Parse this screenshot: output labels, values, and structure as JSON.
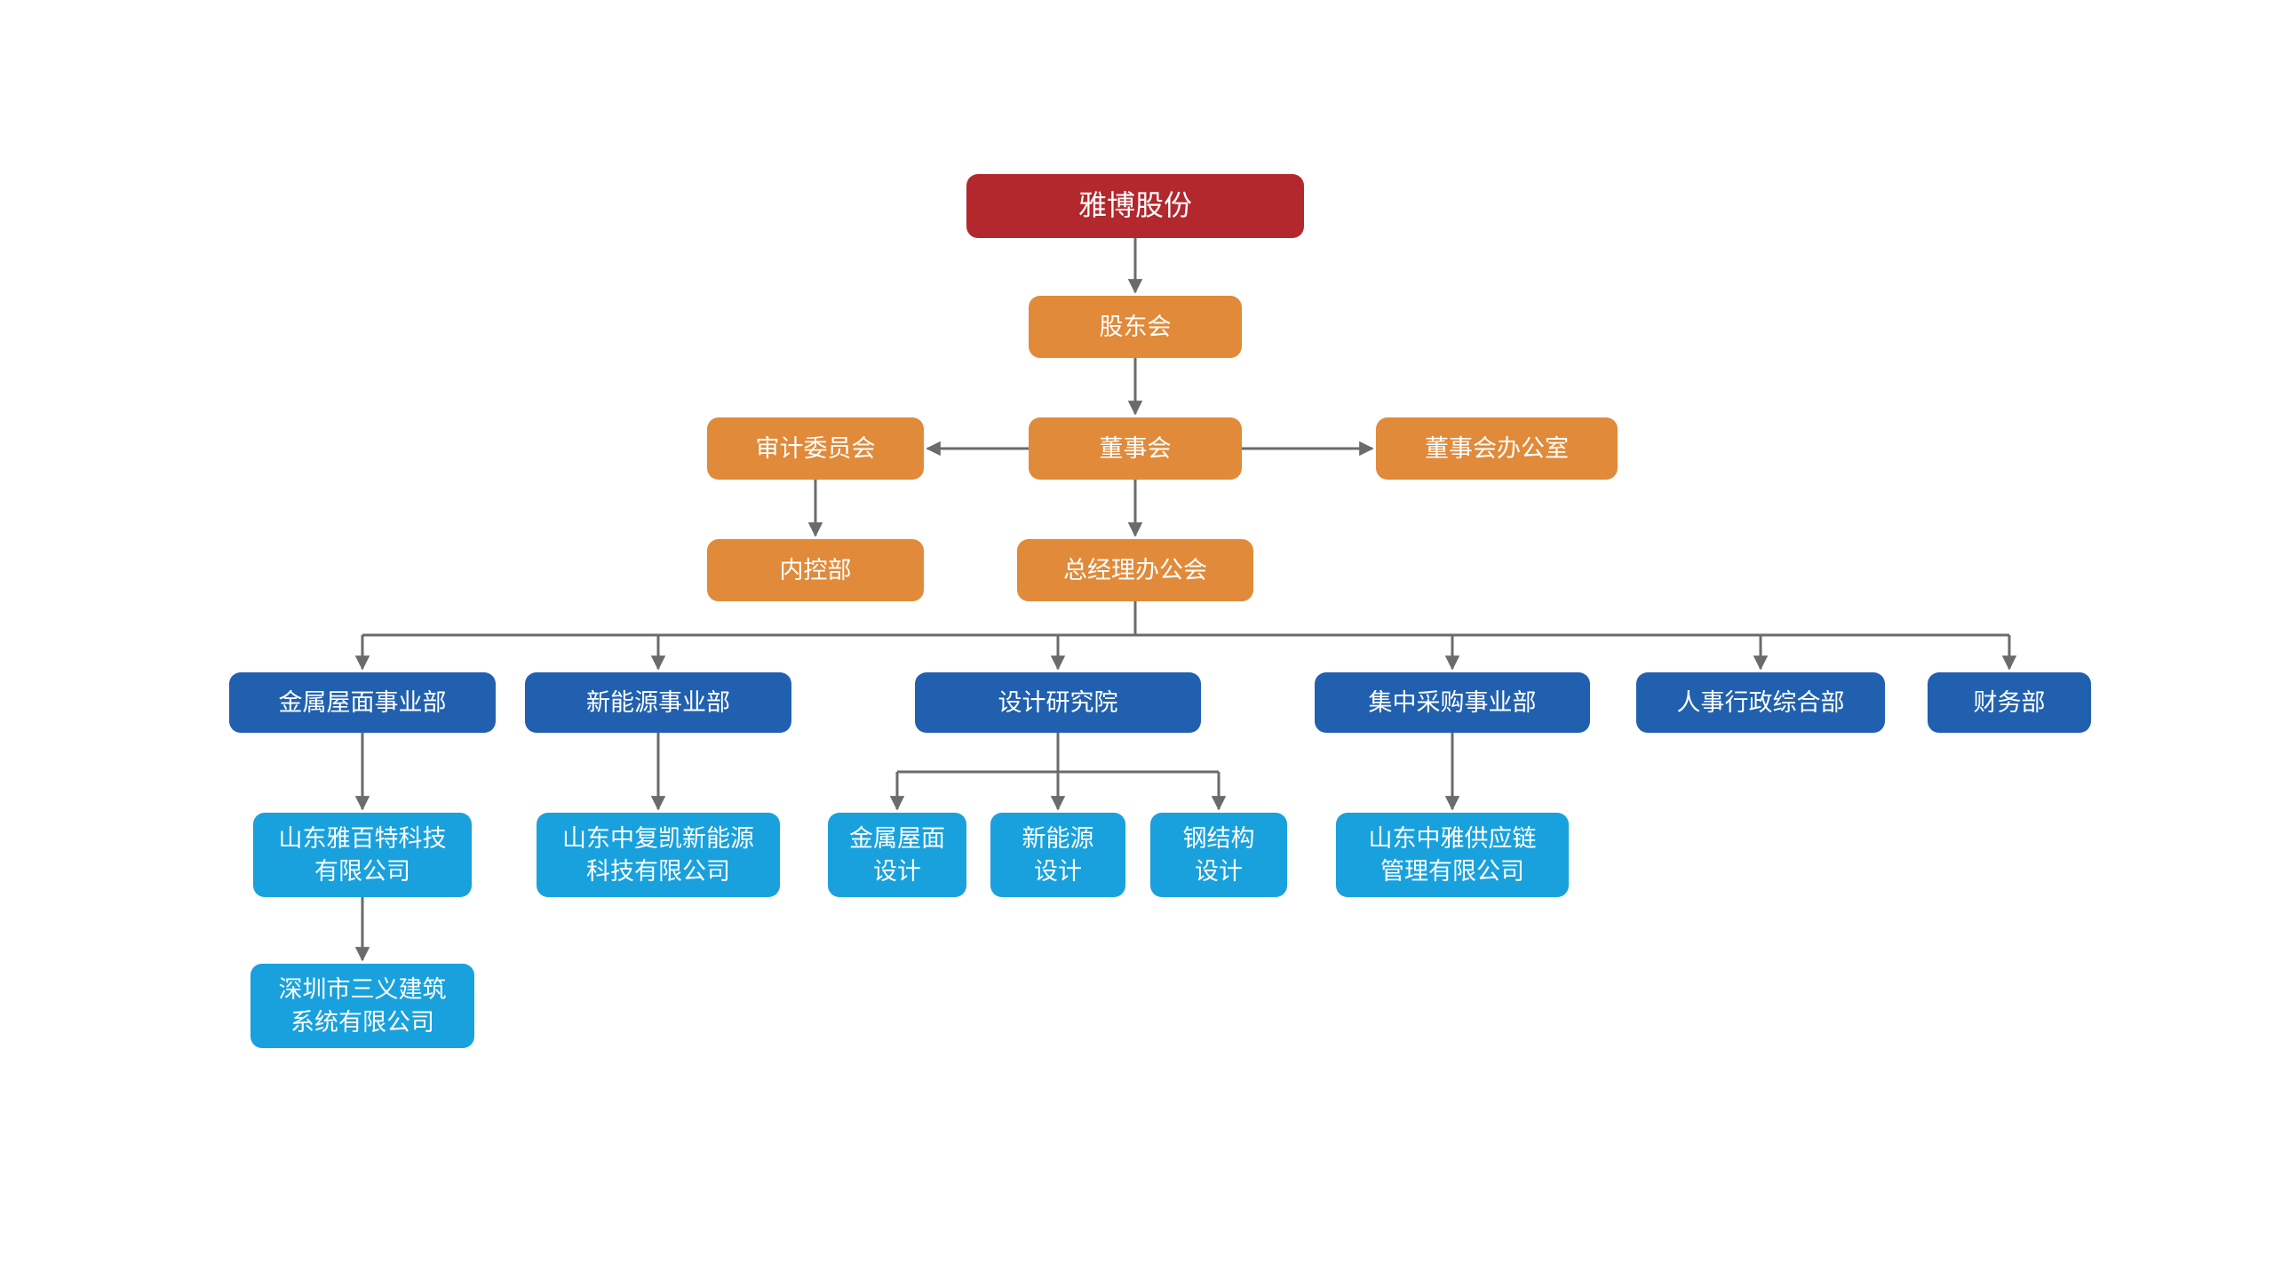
{
  "colors": {
    "root": "#b3282d",
    "governance": "#e08a3a",
    "department": "#2060ae",
    "subsidiary": "#18a1dd",
    "connector": "#6b6b6b",
    "text": "#ffffff",
    "background": "#ffffff"
  },
  "nodes": {
    "root": {
      "label": "雅博股份",
      "type": "root"
    },
    "shareholders": {
      "label": "股东会",
      "type": "governance"
    },
    "audit": {
      "label": "审计委员会",
      "type": "governance"
    },
    "board": {
      "label": "董事会",
      "type": "governance"
    },
    "board_office": {
      "label": "董事会办公室",
      "type": "governance"
    },
    "internal": {
      "label": "内控部",
      "type": "governance"
    },
    "gm_office": {
      "label": "总经理办公会",
      "type": "governance"
    },
    "metal_div": {
      "label": "金属屋面事业部",
      "type": "department"
    },
    "energy_div": {
      "label": "新能源事业部",
      "type": "department"
    },
    "design_inst": {
      "label": "设计研究院",
      "type": "department"
    },
    "procure_div": {
      "label": "集中采购事业部",
      "type": "department"
    },
    "hr_admin": {
      "label": "人事行政综合部",
      "type": "department"
    },
    "finance": {
      "label": "财务部",
      "type": "department"
    },
    "yabaite": {
      "label": "山东雅百特科技\n有限公司",
      "type": "subsidiary"
    },
    "zhongfukai": {
      "label": "山东中复凯新能源\n科技有限公司",
      "type": "subsidiary"
    },
    "metal_design": {
      "label": "金属屋面\n设计",
      "type": "subsidiary"
    },
    "energy_design": {
      "label": "新能源\n设计",
      "type": "subsidiary"
    },
    "steel_design": {
      "label": "钢结构\n设计",
      "type": "subsidiary"
    },
    "zhongya": {
      "label": "山东中雅供应链\n管理有限公司",
      "type": "subsidiary"
    },
    "sanyi": {
      "label": "深圳市三义建筑\n系统有限公司",
      "type": "subsidiary"
    }
  },
  "edges": [
    {
      "from": "root",
      "to": "shareholders"
    },
    {
      "from": "shareholders",
      "to": "board"
    },
    {
      "from": "board",
      "to": "audit"
    },
    {
      "from": "board",
      "to": "board_office"
    },
    {
      "from": "audit",
      "to": "internal"
    },
    {
      "from": "board",
      "to": "gm_office"
    },
    {
      "from": "gm_office",
      "to": "metal_div"
    },
    {
      "from": "gm_office",
      "to": "energy_div"
    },
    {
      "from": "gm_office",
      "to": "design_inst"
    },
    {
      "from": "gm_office",
      "to": "procure_div"
    },
    {
      "from": "gm_office",
      "to": "hr_admin"
    },
    {
      "from": "gm_office",
      "to": "finance"
    },
    {
      "from": "metal_div",
      "to": "yabaite"
    },
    {
      "from": "yabaite",
      "to": "sanyi"
    },
    {
      "from": "energy_div",
      "to": "zhongfukai"
    },
    {
      "from": "design_inst",
      "to": "metal_design"
    },
    {
      "from": "design_inst",
      "to": "energy_design"
    },
    {
      "from": "design_inst",
      "to": "steel_design"
    },
    {
      "from": "procure_div",
      "to": "zhongya"
    }
  ]
}
